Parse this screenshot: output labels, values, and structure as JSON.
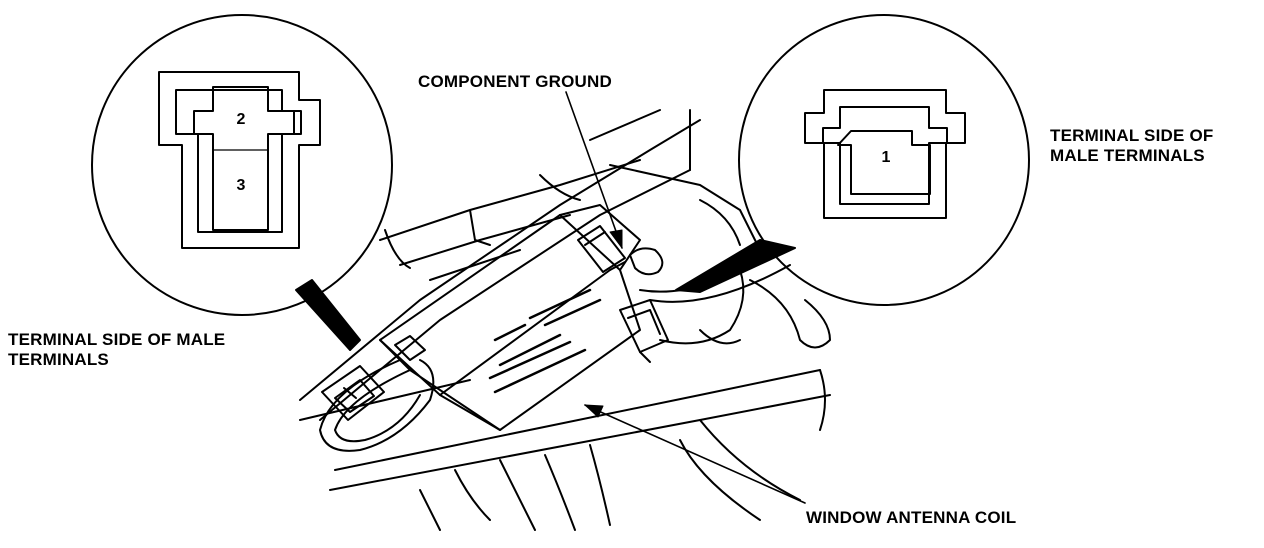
{
  "labels": {
    "component_ground": "COMPONENT GROUND",
    "terminal_side_right": "TERMINAL SIDE OF\nMALE TERMINALS",
    "terminal_side_left": "TERMINAL SIDE OF MALE\nTERMINALS",
    "window_antenna_coil": "WINDOW ANTENNA COIL"
  },
  "connectors": {
    "left_terminals": [
      "2",
      "3"
    ],
    "right_terminals": [
      "1"
    ]
  },
  "colors": {
    "line": "#000000",
    "background": "#ffffff"
  }
}
